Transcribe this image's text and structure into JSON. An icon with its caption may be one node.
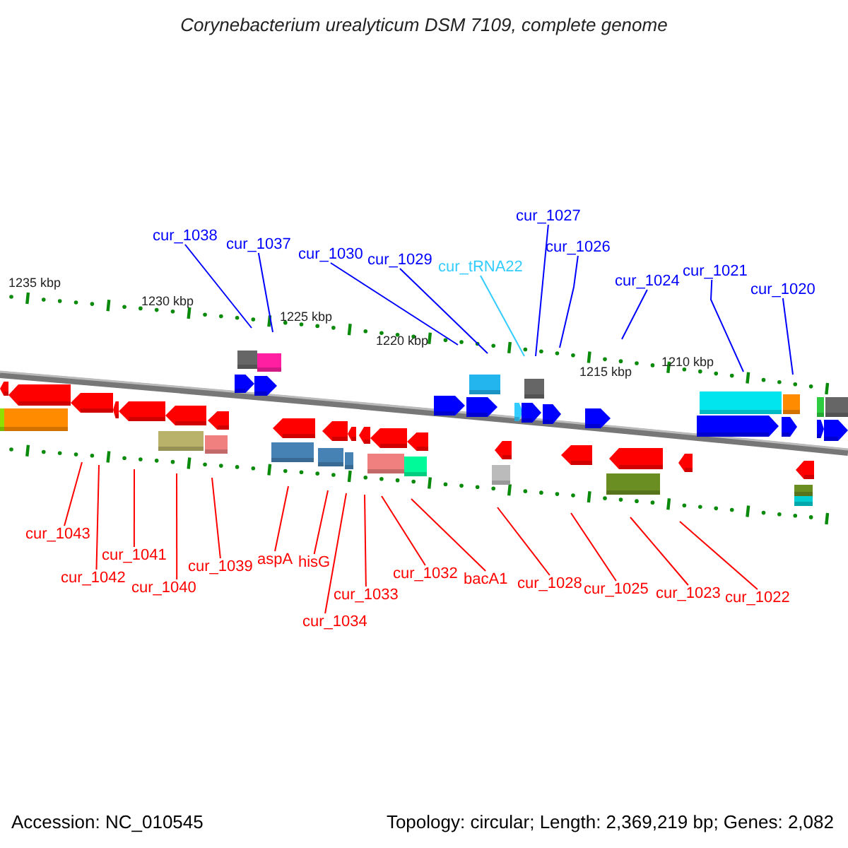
{
  "diagram": {
    "title": "Corynebacterium urealyticum DSM 7109, complete genome",
    "nodes": [
      {
        "text": [
          "cur_1038"
        ]
      },
      {
        "text": [
          "cur_1037"
        ]
      },
      {
        "text": [
          "cur_1030"
        ]
      },
      {
        "text": [
          "cur_1029"
        ]
      },
      {
        "text": [
          "cur_tRNA22"
        ]
      },
      {
        "text": [
          "cur_1027"
        ]
      },
      {
        "text": [
          "cur_1026"
        ]
      },
      {
        "text": [
          "cur_1024"
        ]
      },
      {
        "text": [
          "cur_1021"
        ]
      },
      {
        "text": [
          "cur_1020"
        ]
      },
      {
        "text": [
          "cur_1043"
        ]
      },
      {
        "text": [
          "cur_1042"
        ]
      },
      {
        "text": [
          "cur_1041"
        ]
      },
      {
        "text": [
          "cur_1040"
        ]
      },
      {
        "text": [
          "cur_1039"
        ]
      },
      {
        "text": [
          "aspA"
        ]
      },
      {
        "text": [
          "hisG"
        ]
      },
      {
        "text": [
          "cur_1033"
        ]
      },
      {
        "text": [
          "cur_1034"
        ]
      },
      {
        "text": [
          "cur_1032"
        ]
      },
      {
        "text": [
          "bacA1"
        ]
      },
      {
        "text": [
          "cur_1028"
        ]
      },
      {
        "text": [
          "cur_1025"
        ]
      },
      {
        "text": [
          "cur_1023"
        ]
      },
      {
        "text": [
          "cur_1022"
        ]
      }
    ],
    "edges": [
      {
        "from": 0,
        "to": null,
        "arrow": "none",
        "color": "#0000ff"
      },
      {
        "from": 1,
        "to": null,
        "arrow": "none",
        "color": "#0000ff"
      },
      {
        "from": 2,
        "to": null,
        "arrow": "none",
        "color": "#0000ff"
      },
      {
        "from": 3,
        "to": null,
        "arrow": "none",
        "color": "#0000ff"
      },
      {
        "from": 4,
        "to": null,
        "arrow": "none",
        "color": "#33ccff"
      },
      {
        "from": 5,
        "to": null,
        "arrow": "none",
        "color": "#0000ff"
      },
      {
        "from": 6,
        "to": null,
        "arrow": "none",
        "color": "#0000ff"
      },
      {
        "from": 7,
        "to": null,
        "arrow": "none",
        "color": "#0000ff"
      },
      {
        "from": 8,
        "to": null,
        "arrow": "none",
        "color": "#0000ff"
      },
      {
        "from": 9,
        "to": null,
        "arrow": "none",
        "color": "#0000ff"
      },
      {
        "from": 10,
        "to": null,
        "arrow": "none"
      },
      {
        "from": 11,
        "to": null,
        "arrow": "none"
      },
      {
        "from": 12,
        "to": null,
        "arrow": "none"
      },
      {
        "from": 13,
        "to": null,
        "arrow": "none"
      },
      {
        "from": 14,
        "to": null,
        "arrow": "none"
      },
      {
        "from": 15,
        "to": null,
        "arrow": "none"
      },
      {
        "from": 16,
        "to": null,
        "arrow": "none"
      },
      {
        "from": 17,
        "to": null,
        "arrow": "none"
      },
      {
        "from": 18,
        "to": null,
        "arrow": "none"
      },
      {
        "from": 19,
        "to": null,
        "arrow": "none"
      },
      {
        "from": 20,
        "to": null,
        "arrow": "none"
      },
      {
        "from": 21,
        "to": null,
        "arrow": "none"
      },
      {
        "from": 22,
        "to": null,
        "arrow": "none"
      },
      {
        "from": 23,
        "to": null,
        "arrow": "none"
      },
      {
        "from": 24,
        "to": null,
        "arrow": "none"
      }
    ],
    "labels": [
      "1235 kbp",
      "1230 kbp",
      "1225 kbp",
      "1220 kbp",
      "1215 kbp",
      "1210 kbp",
      "Accession: NC_010545",
      "Topology: circular; Length: 2,369,219 bp; Genes: 2,082"
    ]
  }
}
